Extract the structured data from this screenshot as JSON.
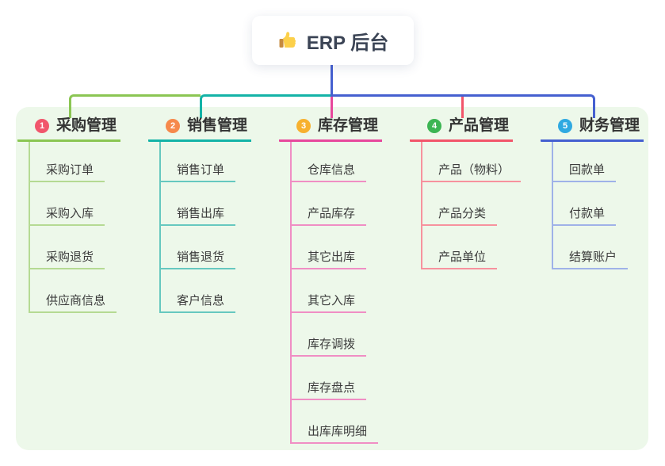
{
  "root": {
    "title": "ERP 后台",
    "icon": "thumbs-up-icon"
  },
  "colors": {
    "page_bg": "#ffffff",
    "panel_bg": "#edf8ea",
    "root_card_bg": "#ffffff",
    "root_title_text": "#3b4455",
    "root_connector": "#4560d0",
    "branch_label_text": "#333333",
    "child_label_text": "#3c3c3c",
    "badge_text": "#ffffff"
  },
  "branches": [
    {
      "number": "1",
      "label": "采购管理",
      "badge_color": "#f1566c",
      "line_color": "#8bc653",
      "child_line_color": "#b5da93",
      "children": [
        "采购订单",
        "采购入库",
        "采购退货",
        "供应商信息"
      ]
    },
    {
      "number": "2",
      "label": "销售管理",
      "badge_color": "#f6894b",
      "line_color": "#14b3a7",
      "child_line_color": "#66c8bf",
      "children": [
        "销售订单",
        "销售出库",
        "销售退货",
        "客户信息"
      ]
    },
    {
      "number": "3",
      "label": "库存管理",
      "badge_color": "#f7b12e",
      "line_color": "#e7489c",
      "child_line_color": "#f08ec4",
      "children": [
        "仓库信息",
        "产品库存",
        "其它出库",
        "其它入库",
        "库存调拨",
        "库存盘点",
        "出库库明细"
      ]
    },
    {
      "number": "4",
      "label": "产品管理",
      "badge_color": "#3cb553",
      "line_color": "#f2556a",
      "child_line_color": "#f7929e",
      "children": [
        "产品（物料）",
        "产品分类",
        "产品单位"
      ]
    },
    {
      "number": "5",
      "label": "财务管理",
      "badge_color": "#2fa9e1",
      "line_color": "#4560d0",
      "child_line_color": "#9fb2e8",
      "children": [
        "回款单",
        "付款单",
        "结算账户"
      ]
    }
  ]
}
